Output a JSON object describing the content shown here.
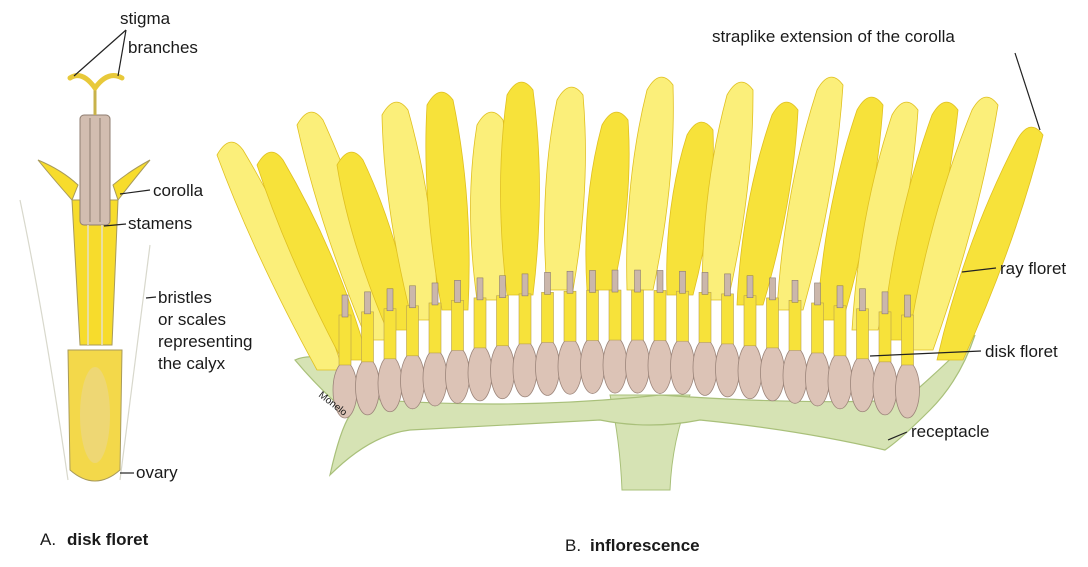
{
  "panel_a": {
    "caption_letter": "A.",
    "caption_title": "disk floret",
    "labels": {
      "stigma": "stigma",
      "branches": "branches",
      "corolla": "corolla",
      "stamens": "stamens",
      "bristles_line1": "bristles",
      "bristles_line2": "or scales",
      "bristles_line3": "representing",
      "bristles_line4": "the calyx",
      "ovary": "ovary"
    }
  },
  "panel_b": {
    "caption_letter": "B.",
    "caption_title": "inflorescence",
    "labels": {
      "straplike": "straplike extension of the corolla",
      "ray_floret": "ray floret",
      "disk_floret": "disk floret",
      "receptacle": "receptacle"
    },
    "artist_signature": "Monelo"
  },
  "colors": {
    "petal_yellow": "#f7e23a",
    "petal_light": "#fbef7a",
    "floret_pink": "#dcc3b6",
    "receptacle_green": "#d6e3b4",
    "bract_green": "#a9c07a"
  }
}
